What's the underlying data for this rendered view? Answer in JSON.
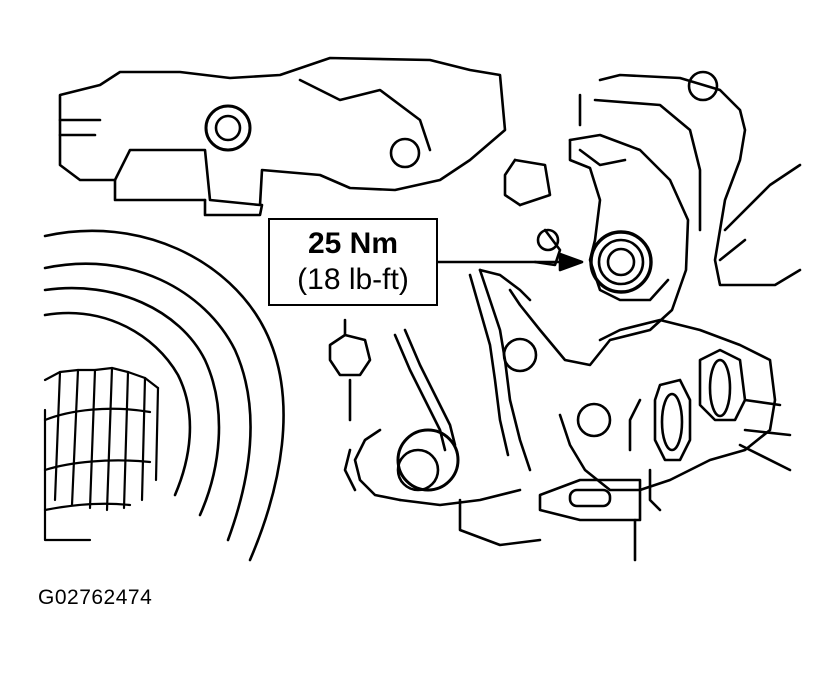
{
  "callout": {
    "torque_metric": "25 Nm",
    "torque_imperial": "(18 lb-ft)"
  },
  "figure_id": "G02762474",
  "colors": {
    "ink": "#000000",
    "paper": "#ffffff"
  }
}
